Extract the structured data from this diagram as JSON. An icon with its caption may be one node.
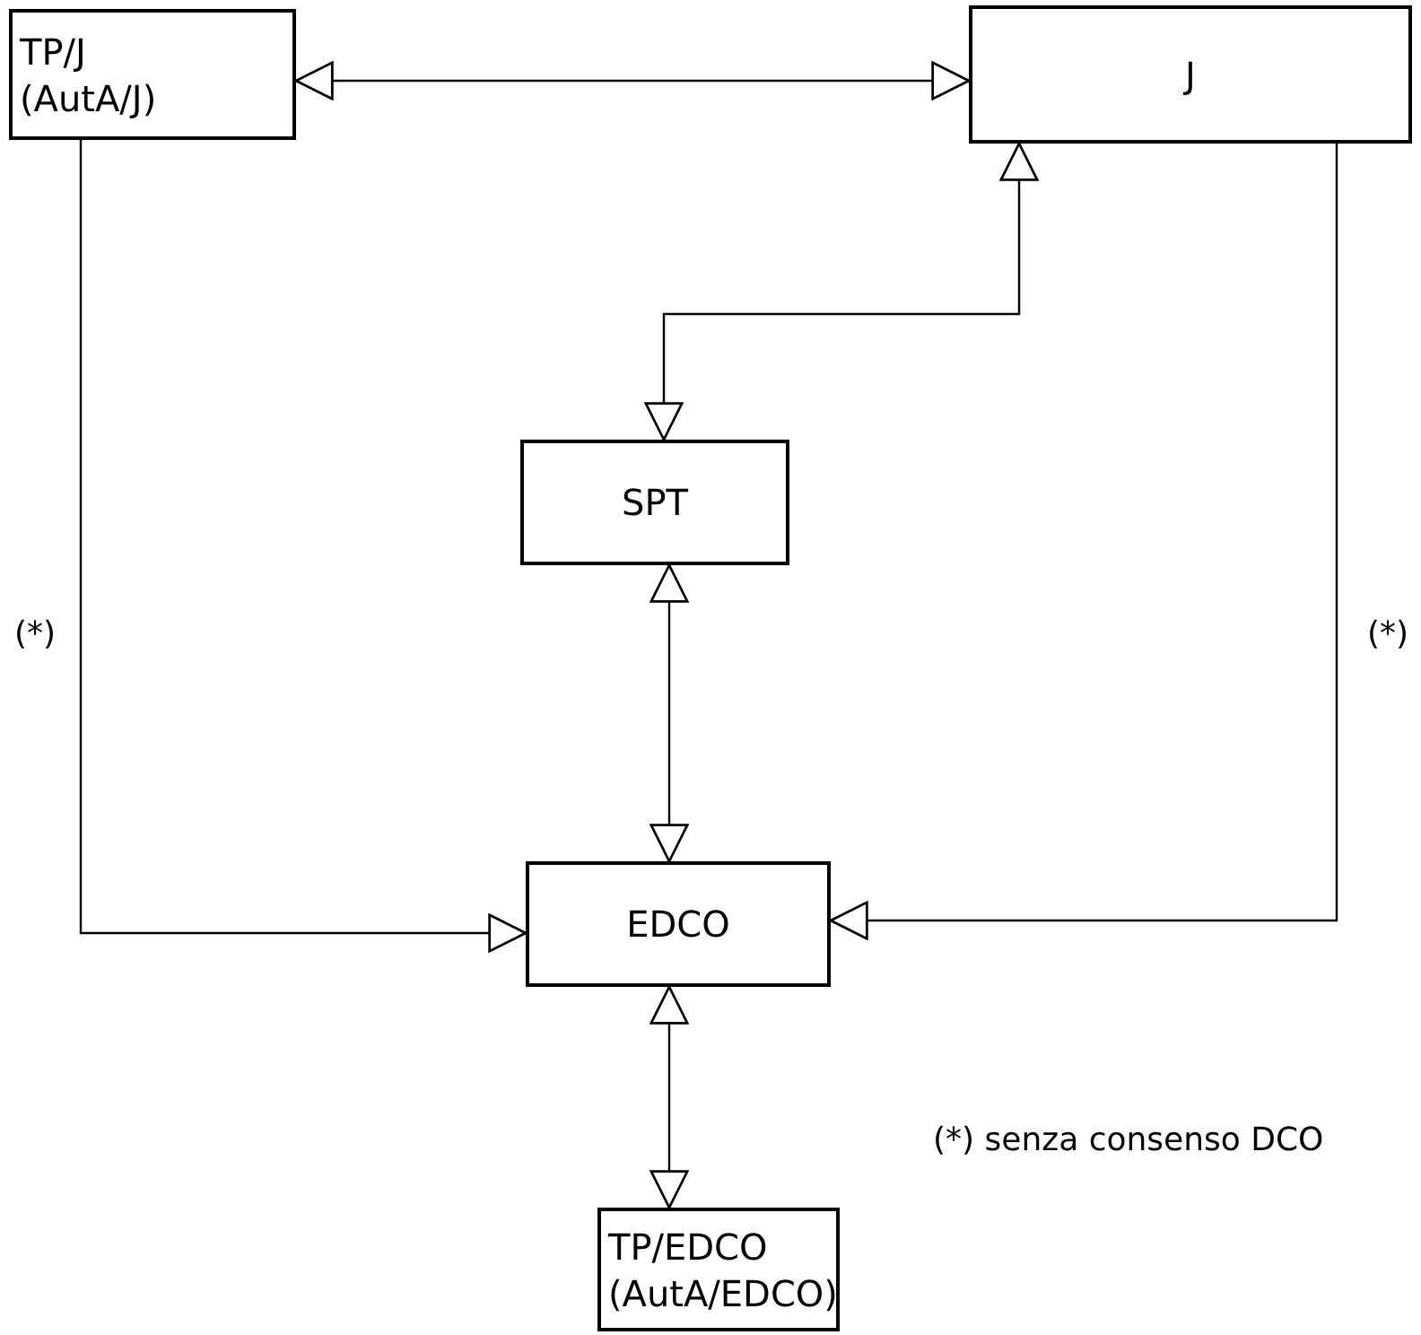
{
  "diagram": {
    "nodes": [
      {
        "text": [
          "TP/J",
          "(AutA/J)"
        ]
      },
      {
        "text": [
          "J"
        ]
      },
      {
        "text": [
          "SPT"
        ]
      },
      {
        "text": [
          "EDCO"
        ]
      },
      {
        "text": [
          "TP/EDCO",
          "(AutA/EDCO)"
        ]
      }
    ],
    "edges": [
      {
        "from": 0,
        "to": 1,
        "arrow": "both"
      },
      {
        "from": 1,
        "to": 2,
        "arrow": "both"
      },
      {
        "from": 2,
        "to": 3,
        "arrow": "both"
      },
      {
        "from": 0,
        "to": 3,
        "arrow": "to",
        "label": "(*)"
      },
      {
        "from": 1,
        "to": 3,
        "arrow": "to",
        "label": "(*)"
      },
      {
        "from": 3,
        "to": 4,
        "arrow": "both"
      }
    ],
    "labels": [
      "(*) senza consenso DCO"
    ]
  }
}
